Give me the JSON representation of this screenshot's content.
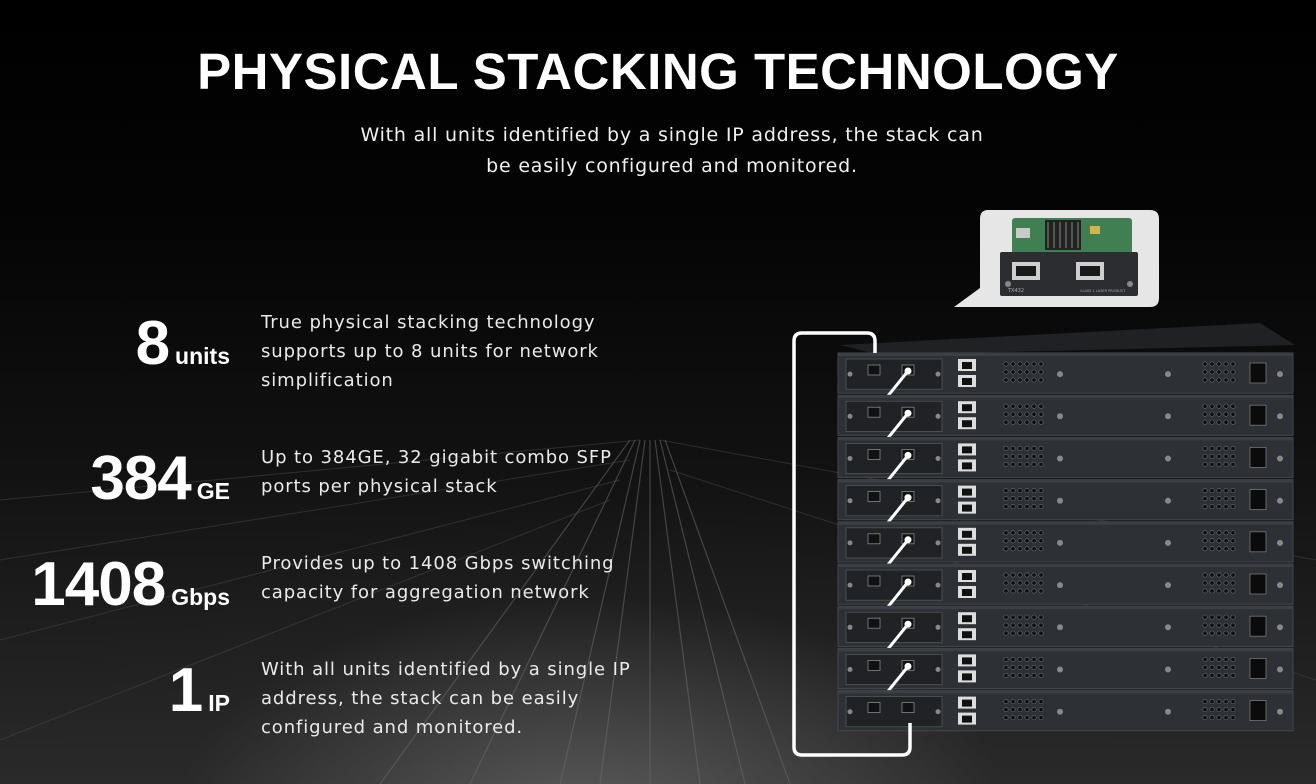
{
  "title": "PHYSICAL STACKING TECHNOLOGY",
  "subtitle": "With all units identified by a single IP address, the stack can be easily configured and monitored.",
  "stats": [
    {
      "number": "8",
      "unit": "units",
      "description": "True physical stacking technology supports up to 8 units for network simplification"
    },
    {
      "number": "384",
      "unit": "GE",
      "description": "Up to 384GE, 32 gigabit combo SFP ports per physical stack"
    },
    {
      "number": "1408",
      "unit": "Gbps",
      "description": "Provides up to 1408 Gbps switching capacity for aggregation network"
    },
    {
      "number": "1",
      "unit": "IP",
      "description": "With all units identified by a single IP address, the stack can be easily configured and monitored."
    }
  ],
  "module_label": "TX432",
  "module_sublabel": "CLASS 1 LASER PRODUCT",
  "colors": {
    "background": "#000000",
    "text": "#ffffff",
    "cable": "#ffffff",
    "switch_body": "#2d3034"
  }
}
